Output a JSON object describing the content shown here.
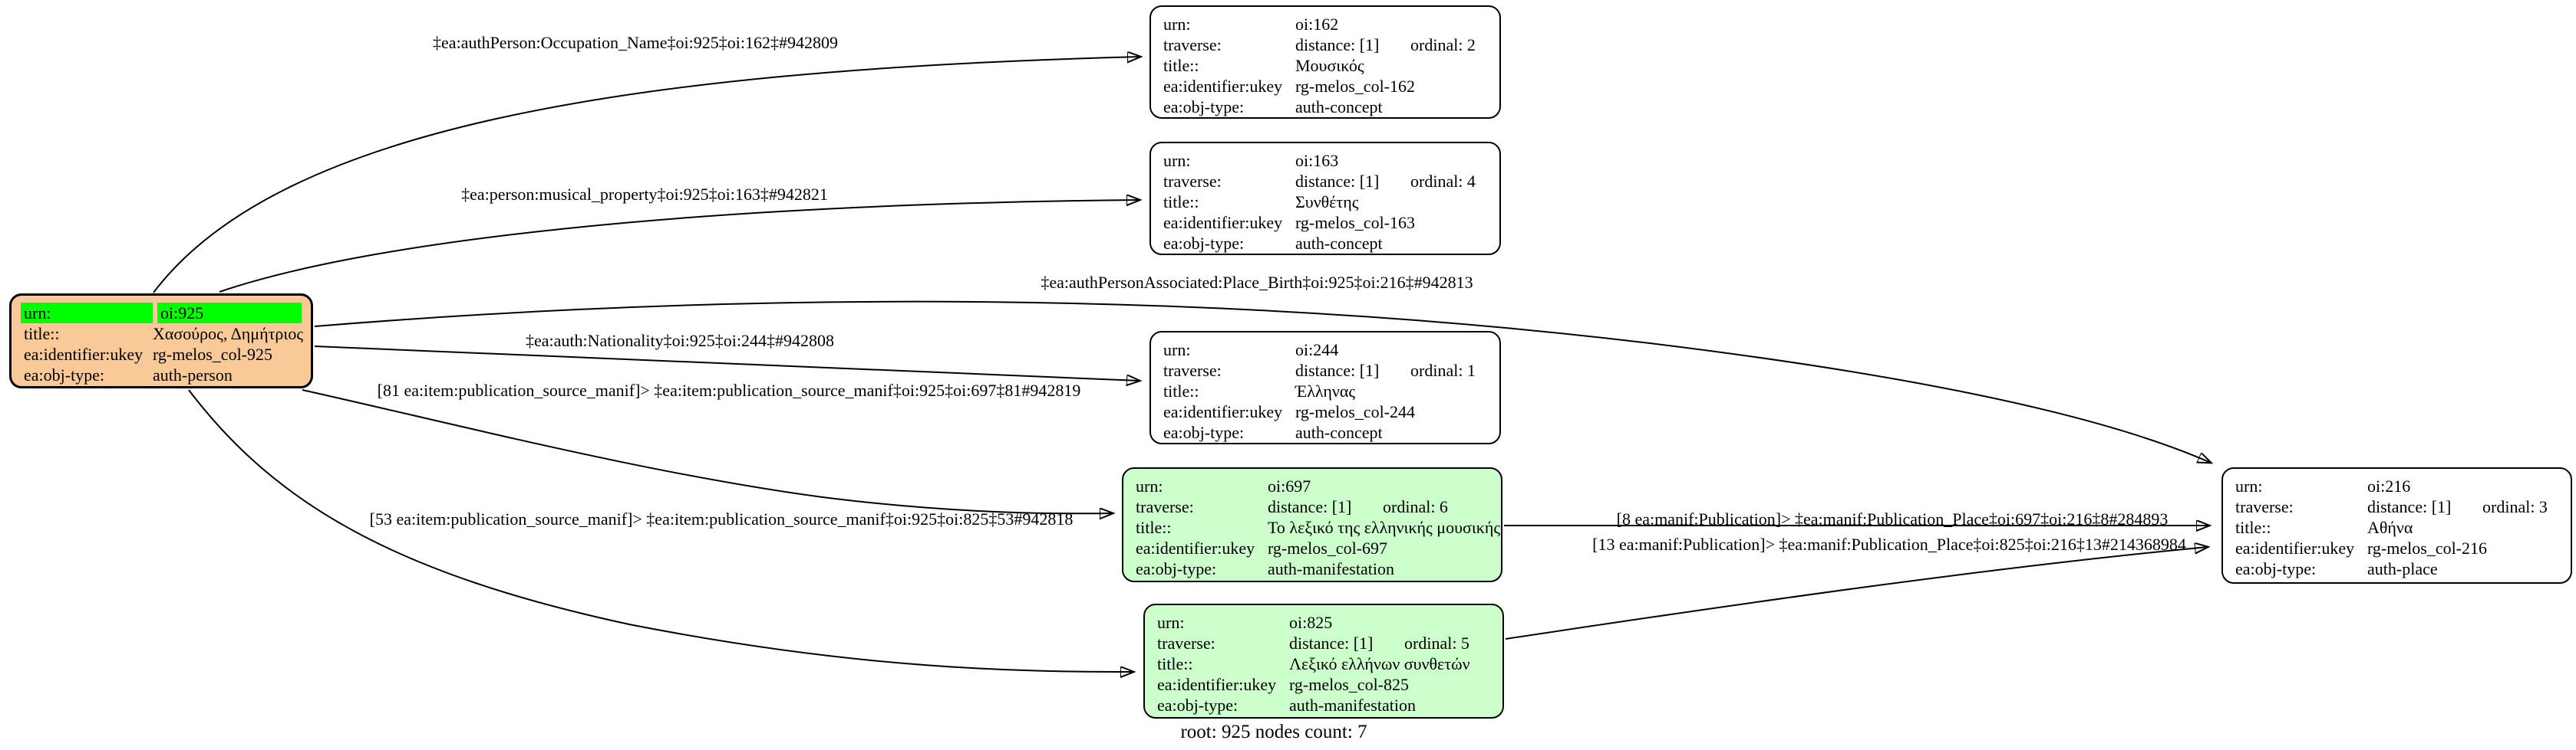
{
  "diagram": {
    "caption": "root: 925 nodes count: 7"
  },
  "labels": {
    "urn": "urn:",
    "traverse": "traverse:",
    "title": "title::",
    "ukey": "ea:identifier:ukey",
    "objtype": "ea:obj-type:"
  },
  "nodes": {
    "n925": {
      "urn": "oi:925",
      "title": "Χασούρος, Δημήτριος",
      "ukey": "rg-melos_col-925",
      "objtype": "auth-person"
    },
    "n162": {
      "urn": "oi:162",
      "distance": "distance: [1]",
      "ordinal": "ordinal: 2",
      "title": "Μουσικός",
      "ukey": "rg-melos_col-162",
      "objtype": "auth-concept"
    },
    "n163": {
      "urn": "oi:163",
      "distance": "distance: [1]",
      "ordinal": "ordinal: 4",
      "title": "Συνθέτης",
      "ukey": "rg-melos_col-163",
      "objtype": "auth-concept"
    },
    "n244": {
      "urn": "oi:244",
      "distance": "distance: [1]",
      "ordinal": "ordinal: 1",
      "title": "Έλληνας",
      "ukey": "rg-melos_col-244",
      "objtype": "auth-concept"
    },
    "n697": {
      "urn": "oi:697",
      "distance": "distance: [1]",
      "ordinal": "ordinal: 6",
      "title": "Το λεξικό της ελληνικής μουσικής",
      "ukey": "rg-melos_col-697",
      "objtype": "auth-manifestation"
    },
    "n825": {
      "urn": "oi:825",
      "distance": "distance: [1]",
      "ordinal": "ordinal: 5",
      "title": "Λεξικό ελλήνων συνθετών",
      "ukey": "rg-melos_col-825",
      "objtype": "auth-manifestation"
    },
    "n216": {
      "urn": "oi:216",
      "distance": "distance: [1]",
      "ordinal": "ordinal: 3",
      "title": "Αθήνα",
      "ukey": "rg-melos_col-216",
      "objtype": "auth-place"
    }
  },
  "edges": {
    "occupation_name": "‡ea:authPerson:Occupation_Name‡oi:925‡oi:162‡#942809",
    "musical_property": "‡ea:person:musical_property‡oi:925‡oi:163‡#942821",
    "place_birth": "‡ea:authPersonAssociated:Place_Birth‡oi:925‡oi:216‡#942813",
    "nationality": "‡ea:auth:Nationality‡oi:925‡oi:244‡#942808",
    "pub_source_697": "[81 ea:item:publication_source_manif]> ‡ea:item:publication_source_manif‡oi:925‡oi:697‡81#942819",
    "pub_source_825": "[53 ea:item:publication_source_manif]> ‡ea:item:publication_source_manif‡oi:925‡oi:825‡53#942818",
    "pub_place_697": "[8 ea:manif:Publication]> ‡ea:manif:Publication_Place‡oi:697‡oi:216‡8#284893",
    "pub_place_825": "[13 ea:manif:Publication]> ‡ea:manif:Publication_Place‡oi:825‡oi:216‡13#214368984"
  }
}
